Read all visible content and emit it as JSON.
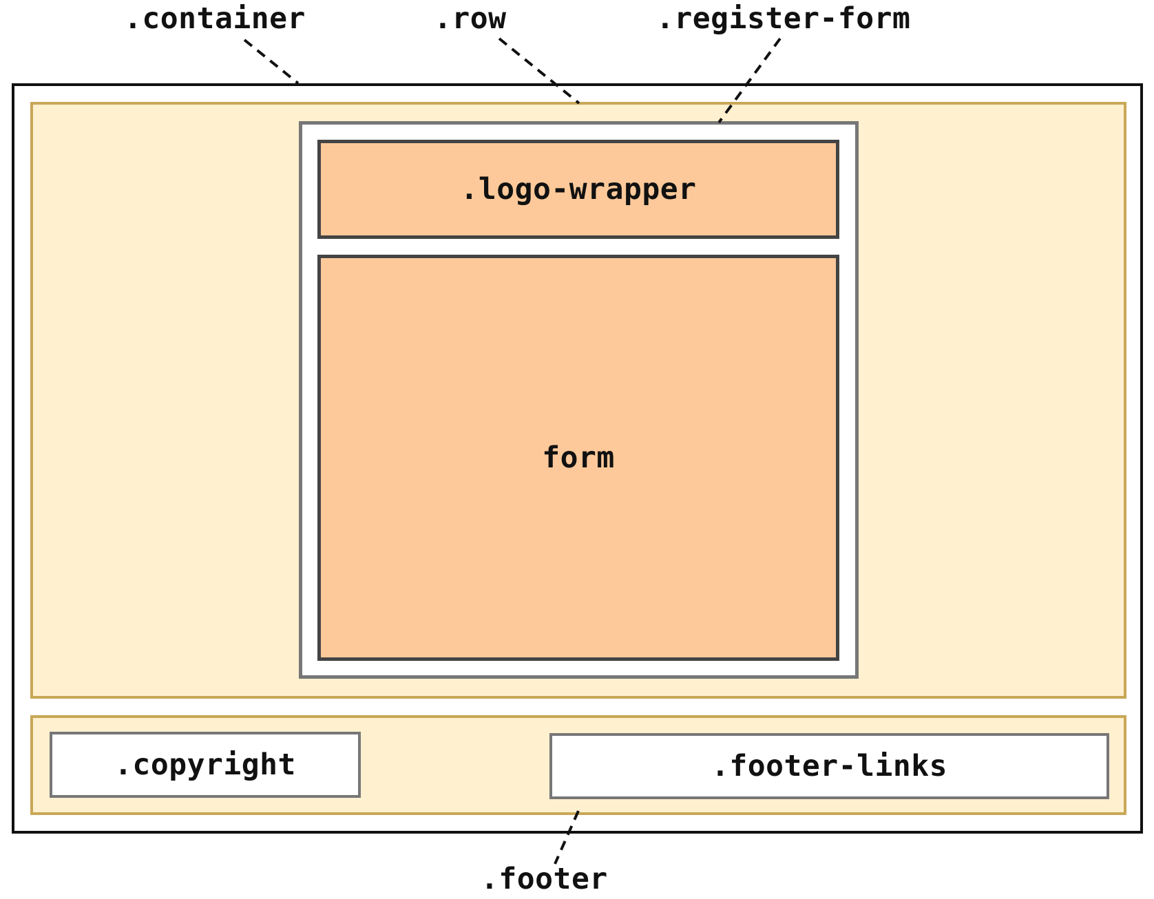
{
  "callouts": {
    "container": ".container",
    "row": ".row",
    "register_form": ".register-form",
    "footer": ".footer"
  },
  "boxes": {
    "logo_wrapper": ".logo-wrapper",
    "form": "form",
    "copyright": ".copyright",
    "footer_links": ".footer-links"
  },
  "colors": {
    "container_border": "#111111",
    "section_fill": "#fff0cf",
    "section_border": "#c8a757",
    "block_fill": "#fdc99a",
    "block_border": "#444444",
    "inner_border": "#777777"
  }
}
